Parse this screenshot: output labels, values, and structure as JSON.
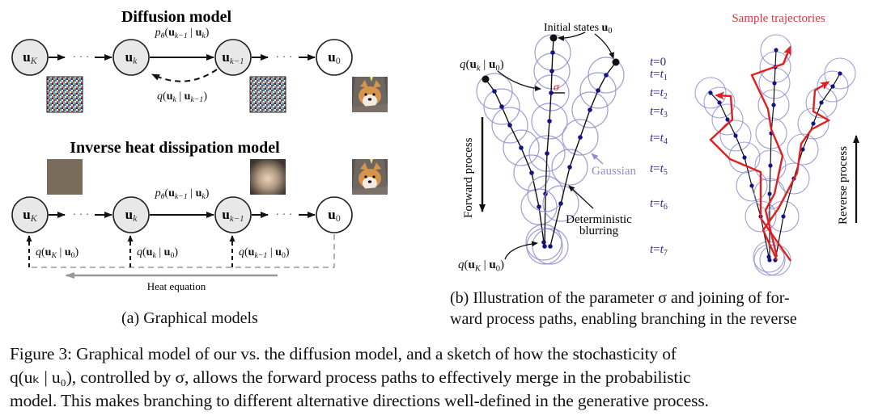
{
  "panel_a": {
    "diffusion": {
      "title": "Diffusion model",
      "nodes": [
        {
          "id": "uK",
          "label": "u",
          "sub": "K",
          "shaded": true
        },
        {
          "id": "uk",
          "label": "u",
          "sub": "k",
          "shaded": true
        },
        {
          "id": "uk1",
          "label": "u",
          "sub": "k−1",
          "shaded": true
        },
        {
          "id": "u0",
          "label": "u",
          "sub": "0",
          "shaded": false
        }
      ],
      "ellipsis": "· · ·",
      "reverse_label": {
        "p": "p",
        "theta": "θ",
        "arg": "(u",
        "argsub": "k−1",
        "mid": " | u",
        "midsub": "k",
        "end": ")"
      },
      "forward_label": {
        "q": "q",
        "arg": "(u",
        "argsub": "k",
        "mid": " | u",
        "midsub": "k−1",
        "end": ")"
      },
      "images": [
        "noise",
        "noise",
        "dog"
      ]
    },
    "heat": {
      "title": "Inverse heat dissipation model",
      "nodes": [
        {
          "id": "uK",
          "label": "u",
          "sub": "K",
          "shaded": true
        },
        {
          "id": "uk",
          "label": "u",
          "sub": "k",
          "shaded": true
        },
        {
          "id": "uk1",
          "label": "u",
          "sub": "k−1",
          "shaded": true
        },
        {
          "id": "u0",
          "label": "u",
          "sub": "0",
          "shaded": false
        }
      ],
      "ellipsis": "· · ·",
      "reverse_label": {
        "p": "p",
        "theta": "θ",
        "arg": "(u",
        "argsub": "k−1",
        "mid": " | u",
        "midsub": "k",
        "end": ")"
      },
      "marginals": [
        {
          "q": "q",
          "arg": "(u",
          "argsub": "K",
          "mid": " | u",
          "midsub": "0",
          "end": ")"
        },
        {
          "q": "q",
          "arg": "(u",
          "argsub": "k",
          "mid": " | u",
          "midsub": "0",
          "end": ")"
        },
        {
          "q": "q",
          "arg": "(u",
          "argsub": "k−1",
          "mid": " | u",
          "midsub": "0",
          "end": ")"
        }
      ],
      "heat_label": "Heat equation",
      "images": [
        "flat",
        "blur",
        "dog"
      ]
    },
    "caption": "(a) Graphical models"
  },
  "panel_b": {
    "initial_states": {
      "text": "Initial states ",
      "bold": "u",
      "sub": "0"
    },
    "q_k": {
      "q": "q",
      "arg": "(u",
      "argsub": "k",
      "mid": " | u",
      "midsub": "0",
      "end": ")"
    },
    "q_K": {
      "q": "q",
      "arg": "(u",
      "argsub": "K",
      "mid": " | u",
      "midsub": "0",
      "end": ")"
    },
    "sigma": "σ",
    "gaussian": "Gaussian",
    "deterministic": [
      "Deterministic",
      "blurring"
    ],
    "forward_process": "Forward process",
    "reverse_process": "Reverse process",
    "sample_trajectories": "Sample trajectories",
    "time_labels": [
      {
        "t": "t",
        "eq": "=",
        "v": "0",
        "sub": ""
      },
      {
        "t": "t",
        "eq": "=",
        "v": "t",
        "sub": "1"
      },
      {
        "t": "t",
        "eq": "=",
        "v": "t",
        "sub": "2"
      },
      {
        "t": "t",
        "eq": "=",
        "v": "t",
        "sub": "3"
      },
      {
        "t": "t",
        "eq": "=",
        "v": "t",
        "sub": "4"
      },
      {
        "t": "t",
        "eq": "=",
        "v": "t",
        "sub": "5"
      },
      {
        "t": "t",
        "eq": "=",
        "v": "t",
        "sub": "6"
      },
      {
        "t": "t",
        "eq": "=",
        "v": "t",
        "sub": "7"
      }
    ],
    "caption": [
      "(b) Illustration of the parameter σ and joining of for-",
      "ward process paths, enabling branching in the reverse"
    ]
  },
  "figure_caption": [
    "Figure 3: Graphical model of our vs. the diffusion model, and a sketch of how the stochasticity of",
    "q(uₖ | u₀), controlled by σ, allows the forward process paths to effectively merge in the probabilistic",
    "model. This makes branching to different alternative directions well-defined in the generative process."
  ],
  "colors": {
    "node_fill": "#e8e8e8",
    "gaussian": "#8f8fcf",
    "dots": "#14148a",
    "trajectory": "#e02020",
    "sample_title": "#d03a3a",
    "time_label": "#2a2a8a",
    "dashed_gray": "#9a9a9a"
  }
}
